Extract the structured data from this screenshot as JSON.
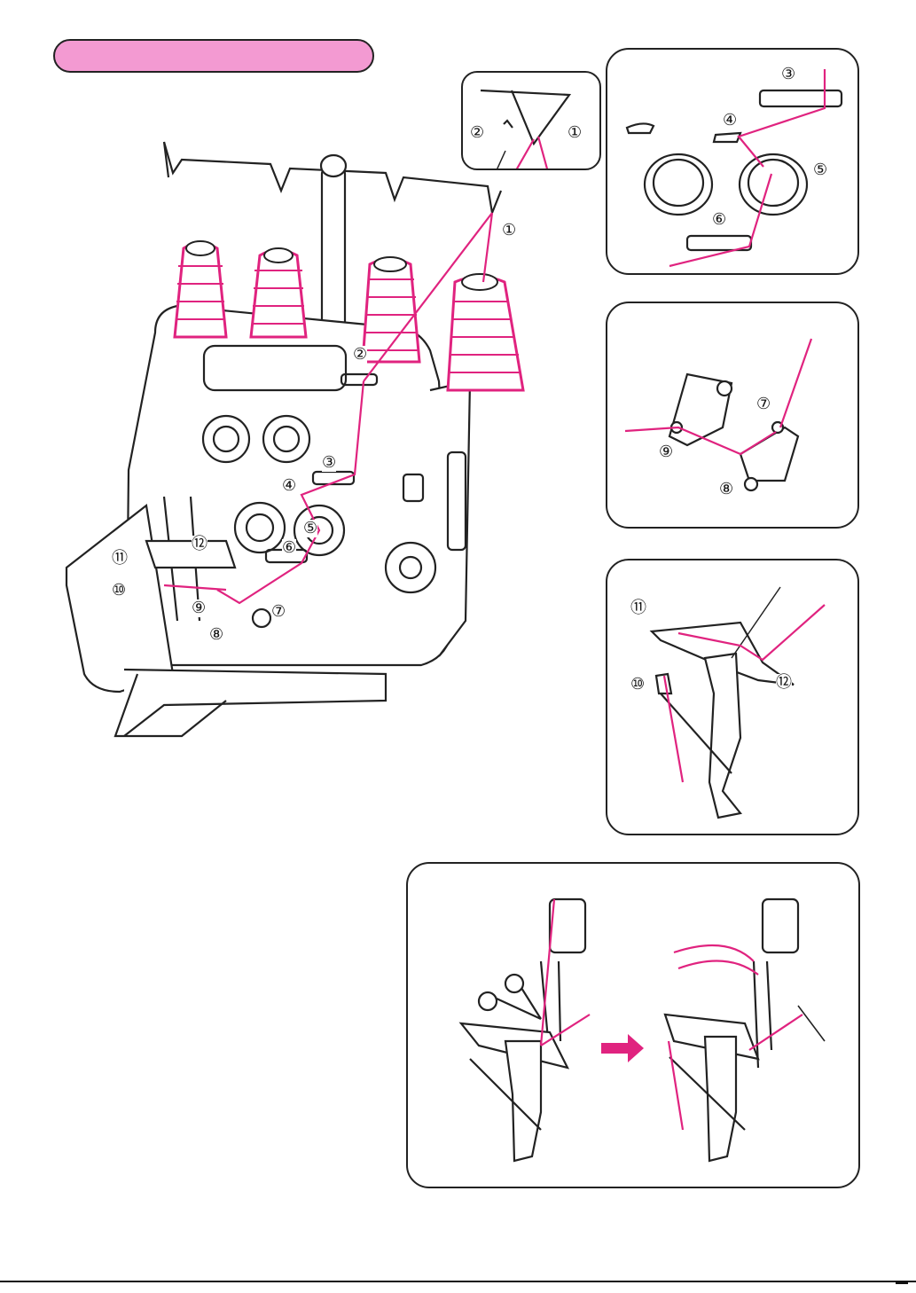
{
  "page": {
    "title_banner": "",
    "accent_color": "#e0237f",
    "banner_color": "#f39ad2"
  },
  "main_labels": {
    "n1": "①",
    "n2": "②",
    "n3": "③",
    "n4": "④",
    "n5": "⑤",
    "n6": "⑥",
    "n7": "⑦",
    "n8": "⑧",
    "n9": "⑨",
    "n10": "⑩",
    "n11": "⑪",
    "n12": "⑫"
  },
  "callout_spool": {
    "n1": "①",
    "n2": "②"
  },
  "panel_tension": {
    "n3": "③",
    "n4": "④",
    "n5": "⑤",
    "n6": "⑥"
  },
  "panel_guides": {
    "n7": "⑦",
    "n8": "⑧",
    "n9": "⑨"
  },
  "panel_looper": {
    "n10": "⑩",
    "n11": "⑪",
    "n12": "⑫"
  },
  "panel_cut": {
    "arrow_icon": "right-arrow"
  }
}
